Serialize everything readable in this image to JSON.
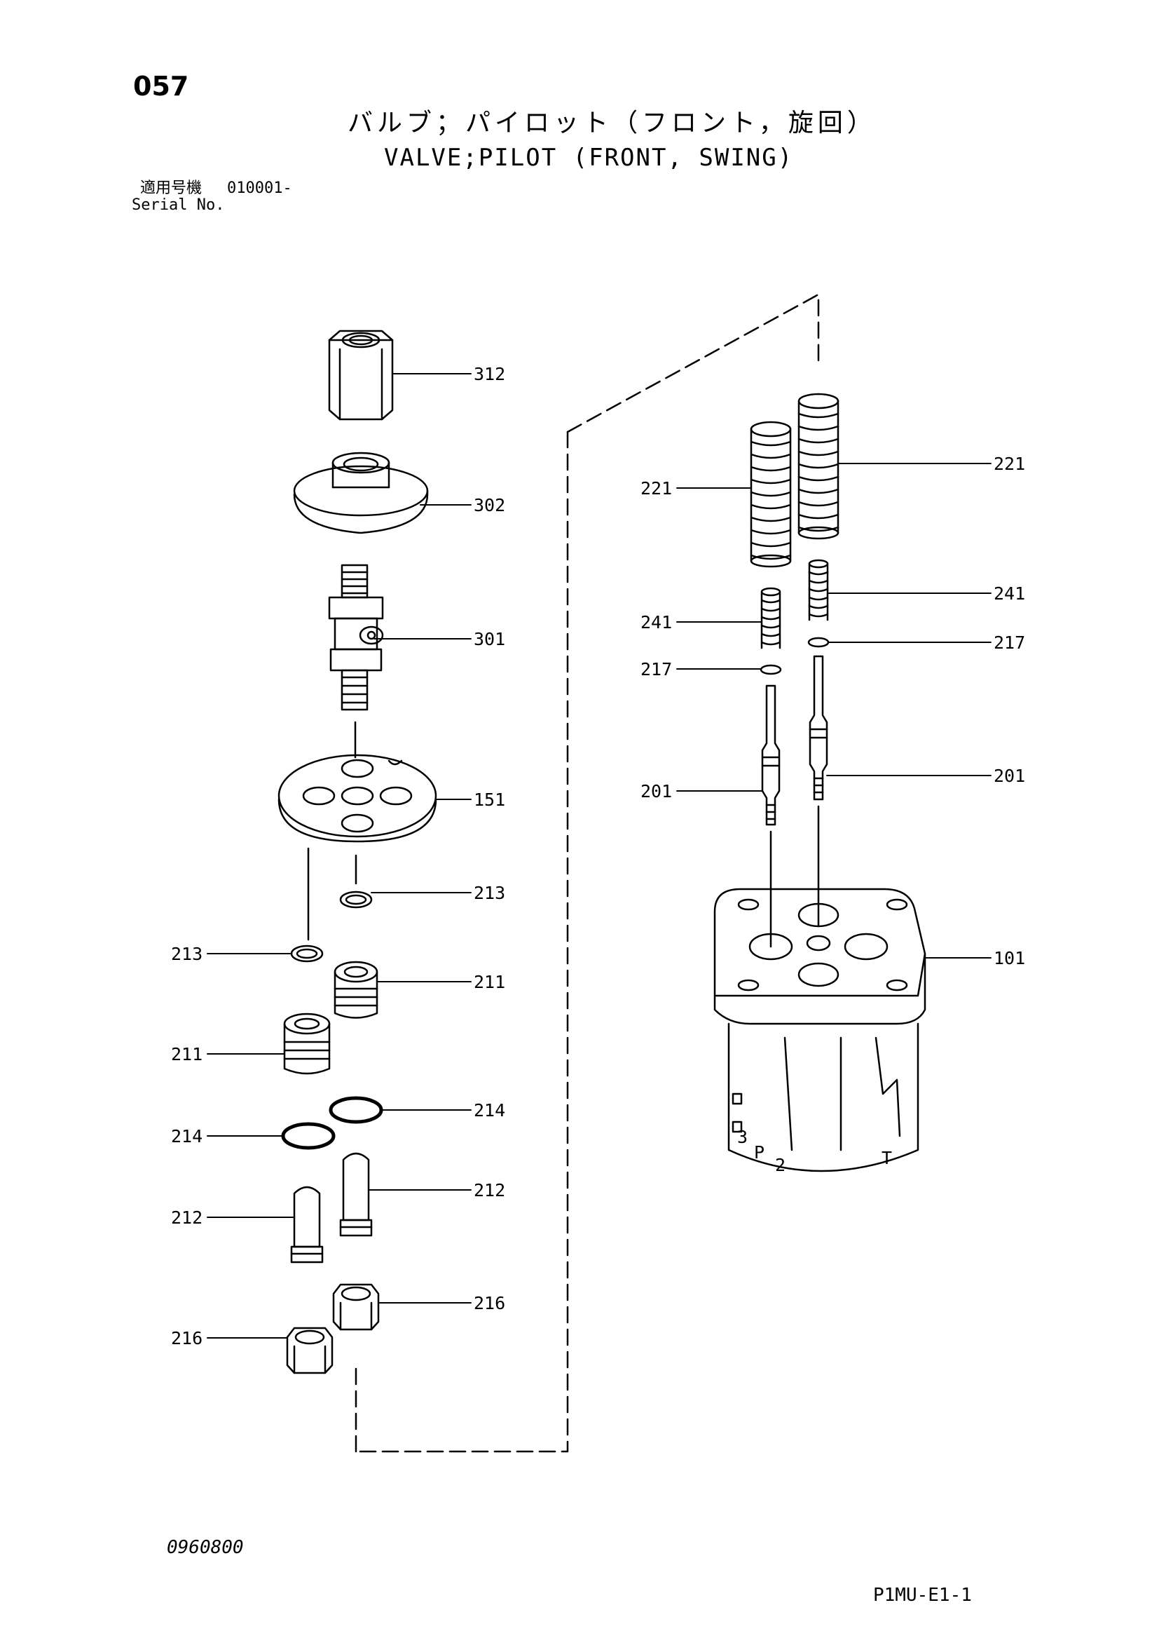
{
  "header": {
    "page_number": "057",
    "title_jp": "バルブ；パイロット（フロント，旋回）",
    "title_en": "VALVE;PILOT (FRONT, SWING)",
    "serial_label_jp": "適用号機",
    "serial_value": "010001-",
    "serial_label_en": "Serial No."
  },
  "footer": {
    "doc_code": "0960800",
    "sheet_code": "P1MU-E1-1"
  },
  "callouts": {
    "c312": "312",
    "c302": "302",
    "c301": "301",
    "c151": "151",
    "c213a": "213",
    "c213b": "213",
    "c211a": "211",
    "c211b": "211",
    "c214a": "214",
    "c214b": "214",
    "c212a": "212",
    "c212b": "212",
    "c216a": "216",
    "c216b": "216",
    "c221a": "221",
    "c221b": "221",
    "c241a": "241",
    "c241b": "241",
    "c217a": "217",
    "c217b": "217",
    "c201a": "201",
    "c201b": "201",
    "c101": "101"
  },
  "housing_marks": {
    "port3": "3",
    "portP": "P",
    "port2": "2",
    "portT": "T"
  },
  "icons": [
    "pilot-valve-exploded-diagram"
  ]
}
